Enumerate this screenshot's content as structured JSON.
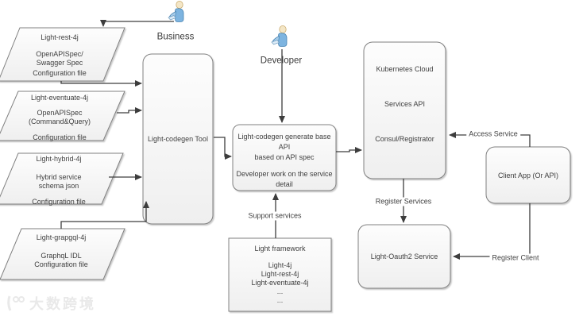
{
  "diagram": {
    "actors": {
      "business": "Business",
      "developer": "Developer"
    },
    "inputs": [
      {
        "title": "Light-rest-4j",
        "line1": "OpenAPISpec/",
        "line2": "Swagger Spec",
        "config": "Configuration file"
      },
      {
        "title": "Light-eventuate-4j",
        "line1": "OpenAPISpec",
        "line2": "(Command&Query)",
        "config": "Configuration file"
      },
      {
        "title": "Light-hybrid-4j",
        "line1": "Hybrid service",
        "line2": "schema json",
        "config": "Configuration file"
      },
      {
        "title": "Light-grapgql-4j",
        "line1": "GraphqL IDL",
        "line2": "",
        "config": "Configuration file"
      }
    ],
    "nodes": {
      "tool": {
        "label": "Light-codegen Tool"
      },
      "codegen": {
        "line1": "Light-codegen generate base API",
        "line2": "based on API spec",
        "line3": "Developer work on  the service",
        "line4": "detail"
      },
      "cloud": {
        "line1": "Kubernetes Cloud",
        "line2": "Services API",
        "line3": "Consul/Registrator"
      },
      "client": {
        "label": "Client App (Or API)"
      },
      "oauth": {
        "label": "Light-Oauth2 Service"
      },
      "framework": {
        "title": "Light framework",
        "items": [
          "Light-4j",
          "Light-rest-4j",
          "Light-eventuate-4j",
          "...",
          "..."
        ]
      }
    },
    "edges": {
      "support": "Support services",
      "access": "Access Service",
      "register_services": "Register Services",
      "register_client": "Register Client"
    },
    "watermark": {
      "text": "大数跨境"
    },
    "colors": {
      "shape_stroke": "#808080",
      "arrow": "#3d3d3d",
      "text": "#3f3f3f",
      "fill_top": "#fdfdfd",
      "fill_bottom": "#efefef",
      "person_blue": "#7db4e0",
      "watermark": "#e9e9e9"
    }
  }
}
